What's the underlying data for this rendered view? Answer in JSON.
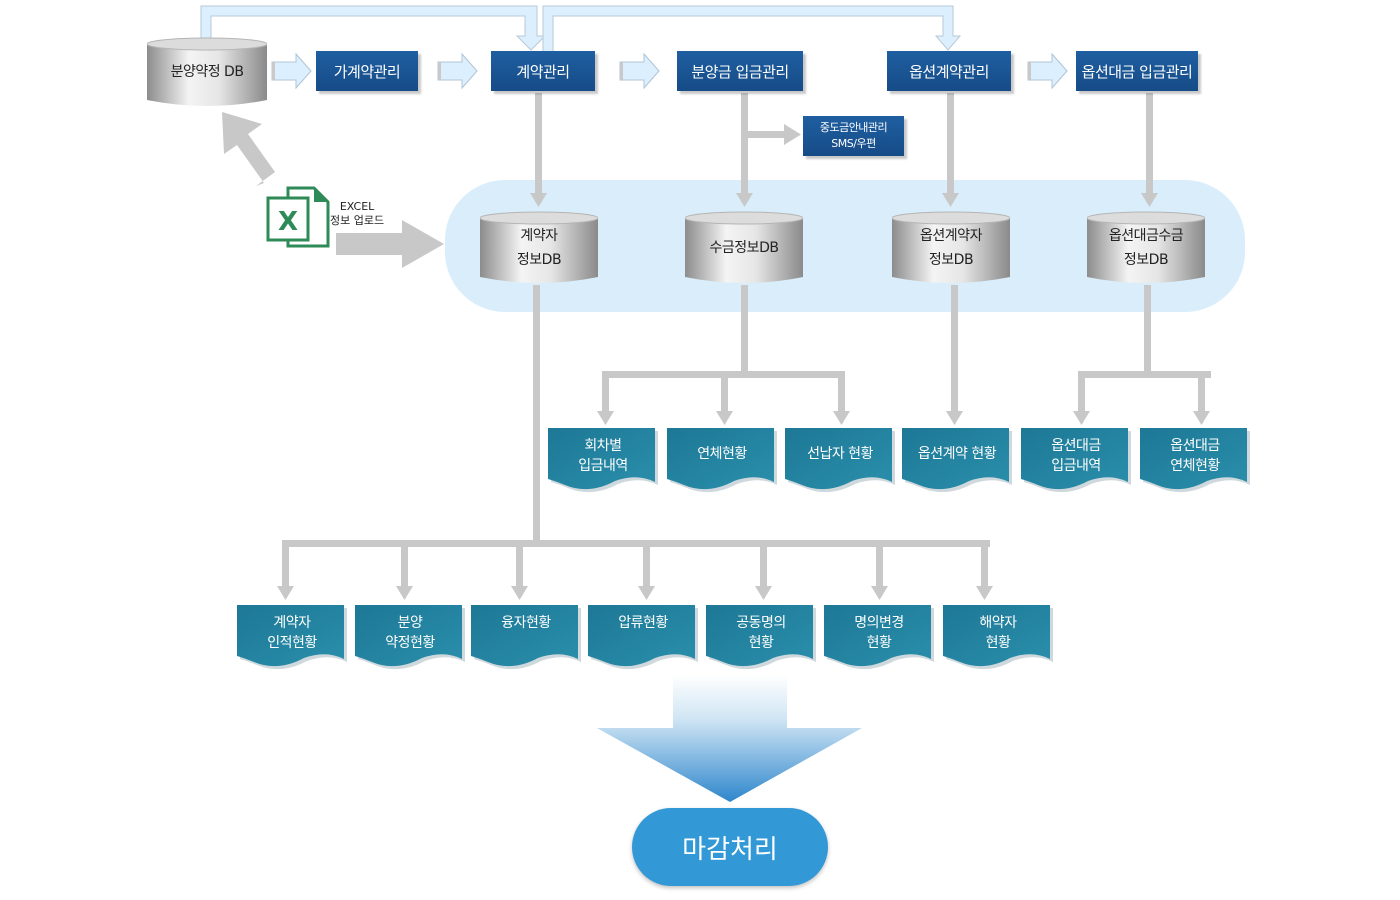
{
  "diagram": {
    "top_row": {
      "source_db": "분양약정 DB",
      "modules": [
        {
          "id": "pre-contract",
          "label": "가계약관리"
        },
        {
          "id": "contract",
          "label": "계약관리"
        },
        {
          "id": "sale-payment",
          "label": "분양금 입금관리"
        },
        {
          "id": "option-contract",
          "label": "옵션계약관리"
        },
        {
          "id": "option-payment",
          "label": "옵션대금 입금관리"
        }
      ],
      "sub_module": "중도금안내관리\nSMS/우편"
    },
    "excel": {
      "icon": "excel-icon",
      "label": "EXCEL\n정보 업로드"
    },
    "databases": [
      {
        "id": "contractor-db",
        "label": "계약자\n정보DB"
      },
      {
        "id": "collection-db",
        "label": "수금정보DB"
      },
      {
        "id": "option-contractor-db",
        "label": "옵션계약자\n정보DB"
      },
      {
        "id": "option-collection-db",
        "label": "옵션대금수금\n정보DB"
      }
    ],
    "middle_reports": [
      {
        "label": "회차별\n입금내역"
      },
      {
        "label": "연체현황"
      },
      {
        "label": "선납자 현황"
      },
      {
        "label": "옵션계약 현황"
      },
      {
        "label": "옵션대금\n입금내역"
      },
      {
        "label": "옵션대금\n연체현황"
      }
    ],
    "bottom_reports": [
      {
        "label": "계약자\n인적현황"
      },
      {
        "label": "분양\n약정현황"
      },
      {
        "label": "융자현황"
      },
      {
        "label": "압류현황"
      },
      {
        "label": "공동명의\n현황"
      },
      {
        "label": "명의변경\n현황"
      },
      {
        "label": "해약자\n현황"
      }
    ],
    "final_step": "마감처리",
    "colors": {
      "module_box": "#1f5fa1",
      "report_doc": "#1e7f98",
      "panel": "#d9eefa",
      "connector": "#c8c8c8",
      "light_arrow": "#dcefff",
      "final_pill": "#3399d6",
      "excel_green": "#2e8b57"
    }
  }
}
